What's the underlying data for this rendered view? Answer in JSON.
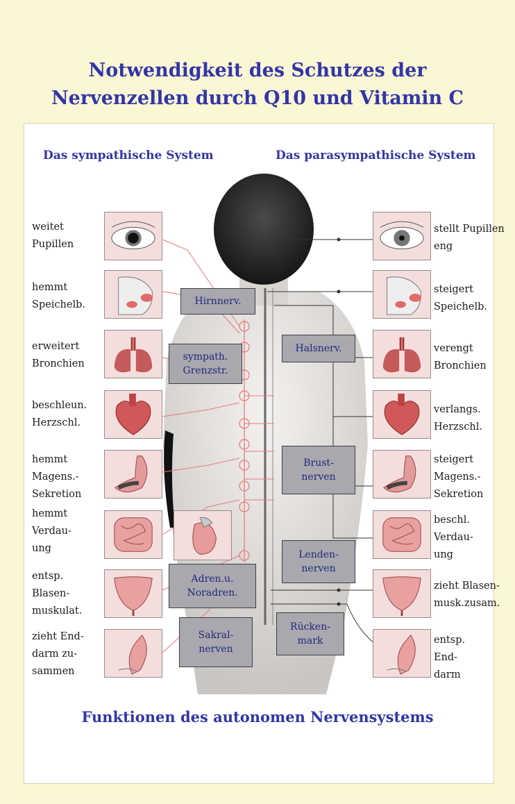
{
  "title_line1": "Notwendigkeit des Schutzes der",
  "title_line2": "Nervenzellen durch Q10 und Vitamin C",
  "left_header": "Das sympathische System",
  "right_header": "Das parasympathische System",
  "footer": "Funktionen des autonomen Nervensystems",
  "left_labels": [
    "weitet\nPupillen",
    "hemmt\nSpeichelb.",
    "erweitert\nBronchien",
    "beschleun.\nHerzschl.",
    "hemmt\nMagens.-\nSekretion",
    "hemmt\nVerdau-\nung",
    "entsp.\nBlasen-\nmuskulat.",
    "zieht End-\ndarm zu-\nsammen"
  ],
  "right_labels": [
    "stellt Pupillen\neng",
    "steigert\nSpeichelb.",
    "verengt\nBronchien",
    "verlangs.\nHerzschl.",
    "steigert\nMagens.-\nSekretion",
    "beschl.\nVerdau-\nung",
    "zieht Blasen-\nmusk.zusam.",
    "entsp.\nEnd-\ndarm"
  ],
  "boxes": {
    "hirnnerv": "Hirnnerv.",
    "halsnerv": "Halsnerv.",
    "grenzstr": "sympath.\nGrenzstr.",
    "brust": "Brust-\nnerven",
    "lenden": "Lenden-\nnerven",
    "adren": "Adren.u.\nNoradren.",
    "sakral": "Sakral-\nnerven",
    "ruecken": "Rücken-\nmark"
  },
  "colors": {
    "title": "#3136a8",
    "background": "#fbf6d3",
    "sympathetic_line": "#e8787a",
    "parasympathetic_line": "#333333"
  }
}
